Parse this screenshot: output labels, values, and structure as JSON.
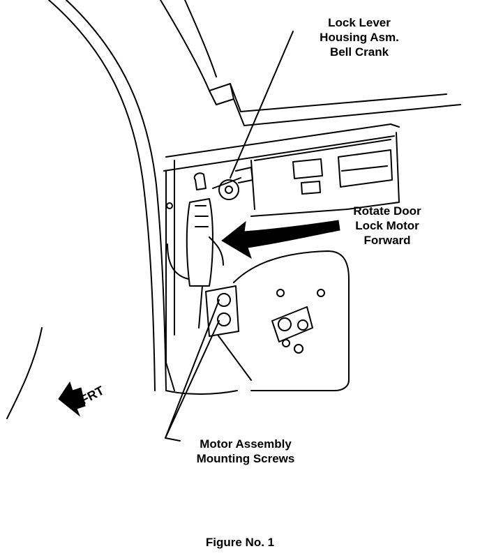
{
  "callouts": {
    "lock_lever": [
      "Lock Lever",
      "Housing Asm.",
      "Bell Crank"
    ],
    "rotate_motor": [
      "Rotate Door",
      "Lock Motor",
      "Forward"
    ],
    "mounting_screws": [
      "Motor Assembly",
      "Mounting Screws"
    ]
  },
  "direction_label": "FRT",
  "caption": "Figure No. 1"
}
